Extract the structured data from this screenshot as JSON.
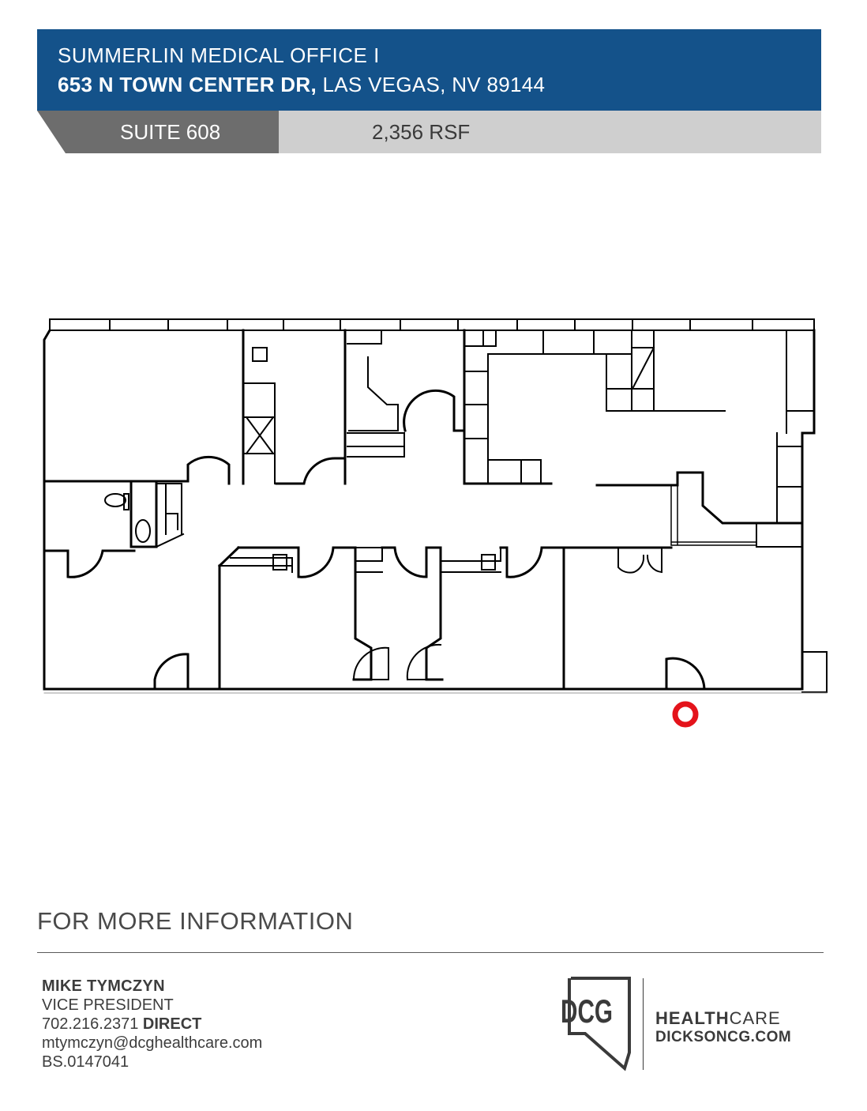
{
  "header": {
    "building_name": "SUMMERLIN MEDICAL OFFICE I",
    "street": "653 N TOWN CENTER DR,",
    "city_state_zip": "LAS VEGAS, NV 89144"
  },
  "suite": {
    "label": "SUITE 608",
    "area": "2,356 RSF"
  },
  "floorplan": {
    "entry_marker_color": "#e4131b"
  },
  "info": {
    "title": "FOR MORE INFORMATION"
  },
  "contact": {
    "name": "MIKE TYMCZYN",
    "title": "VICE PRESIDENT",
    "phone": "702.216.2371",
    "phone_label": "DIRECT",
    "email": "mtymczyn@dcghealthcare.com",
    "license": "BS.0147041"
  },
  "brand": {
    "logo_text": "DCG",
    "line1_bold": "HEALTH",
    "line1_light": "CARE",
    "website": "DICKSONCG.COM"
  },
  "colors": {
    "header_blue": "#14528a",
    "suite_dark": "#6d6d6d",
    "suite_light": "#cfcfcf"
  }
}
